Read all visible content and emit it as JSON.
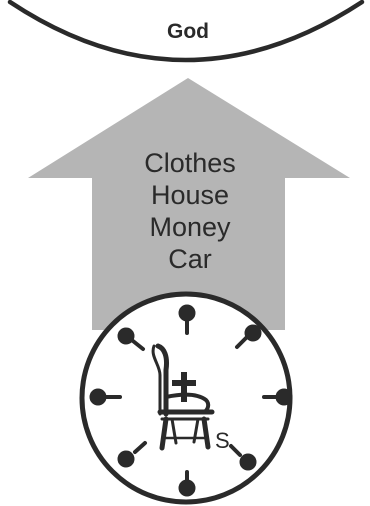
{
  "top_label": "God",
  "arrow_items": [
    "Clothes",
    "House",
    "Money",
    "Car"
  ],
  "throne_letter": "S",
  "colors": {
    "ink": "#2a2a2a",
    "arrow_fill": "#b5b5b5",
    "background": "#ffffff"
  },
  "icons": {
    "throne": "chair-icon",
    "cross": "cross-icon",
    "outer_ring": "circle-icon"
  }
}
